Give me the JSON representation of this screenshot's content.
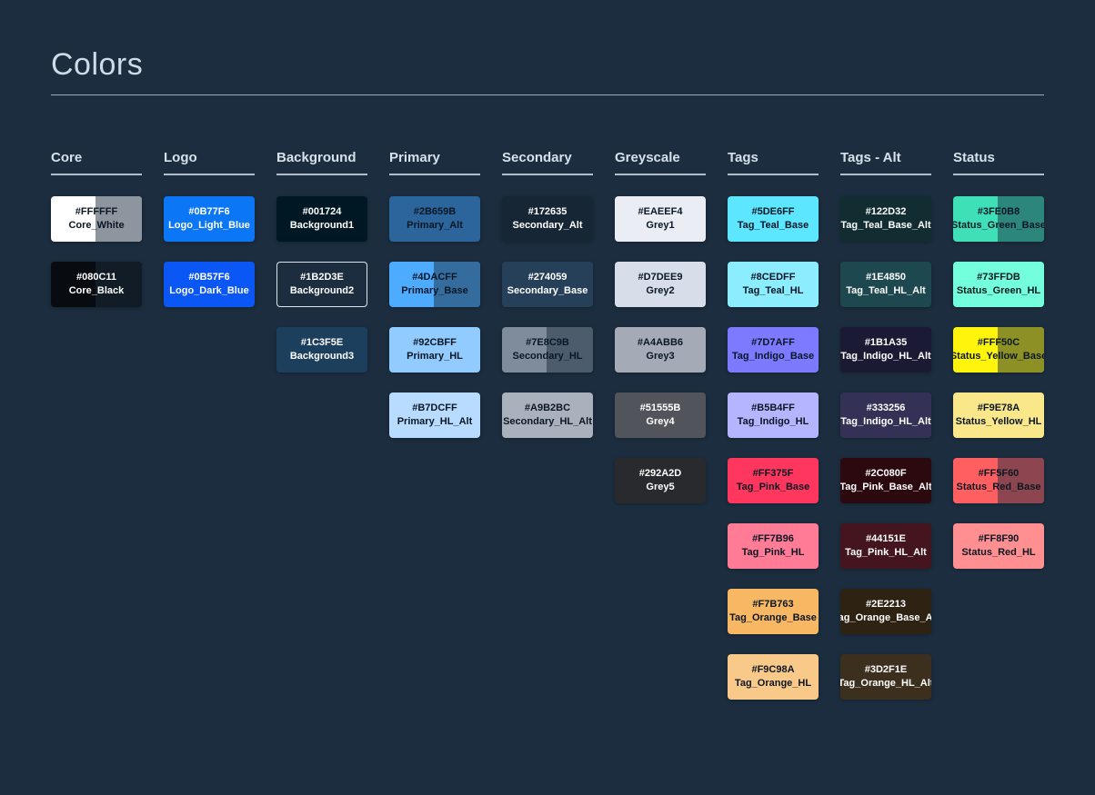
{
  "page": {
    "title": "Colors"
  },
  "theme": {
    "page_bg": "#1B2D3E",
    "heading_text": "#CFDBE7",
    "divider": "#C8D4DE",
    "swatch_dark_text": "#0B1724",
    "swatch_light_text": "#FFFFFF"
  },
  "palette": {
    "columns": [
      {
        "name": "Core",
        "swatches": [
          {
            "hex": "#FFFFFF",
            "label": "Core_White",
            "text": "dark",
            "split": true,
            "split_right": "#8D969E"
          },
          {
            "hex": "#080C11",
            "label": "Core_Black",
            "text": "light",
            "split": true,
            "split_right": "#111C27"
          }
        ]
      },
      {
        "name": "Logo",
        "swatches": [
          {
            "hex": "#0B77F6",
            "label": "Logo_Light_Blue",
            "text": "light"
          },
          {
            "hex": "#0B57F6",
            "label": "Logo_Dark_Blue",
            "text": "light"
          }
        ]
      },
      {
        "name": "Background",
        "swatches": [
          {
            "hex": "#001724",
            "label": "Background1",
            "text": "light"
          },
          {
            "hex": "#1B2D3E",
            "label": "Background2",
            "text": "light",
            "border": true
          },
          {
            "hex": "#1C3F5E",
            "label": "Background3",
            "text": "light"
          }
        ]
      },
      {
        "name": "Primary",
        "swatches": [
          {
            "hex": "#2B659B",
            "label": "Primary_Alt",
            "text": "dark"
          },
          {
            "hex": "#4DACFF",
            "label": "Primary_Base",
            "text": "dark",
            "split": true,
            "split_right": "#346C9E"
          },
          {
            "hex": "#92CBFF",
            "label": "Primary_HL",
            "text": "dark"
          },
          {
            "hex": "#B7DCFF",
            "label": "Primary_HL_Alt",
            "text": "dark"
          }
        ]
      },
      {
        "name": "Secondary",
        "swatches": [
          {
            "hex": "#172635",
            "label": "Secondary_Alt",
            "text": "light"
          },
          {
            "hex": "#274059",
            "label": "Secondary_Base",
            "text": "light"
          },
          {
            "hex": "#7E8C9B",
            "label": "Secondary_HL",
            "text": "dark",
            "split": true,
            "split_right": "#4C5C6C"
          },
          {
            "hex": "#A9B2BC",
            "label": "Secondary_HL_Alt",
            "text": "dark"
          }
        ]
      },
      {
        "name": "Greyscale",
        "swatches": [
          {
            "hex": "#EAEEF4",
            "label": "Grey1",
            "text": "dark"
          },
          {
            "hex": "#D7DEE9",
            "label": "Grey2",
            "text": "dark"
          },
          {
            "hex": "#A4ABB6",
            "label": "Grey3",
            "text": "dark"
          },
          {
            "hex": "#51555B",
            "label": "Grey4",
            "text": "light"
          },
          {
            "hex": "#292A2D",
            "label": "Grey5",
            "text": "light"
          }
        ]
      },
      {
        "name": "Tags",
        "swatches": [
          {
            "hex": "#5DE6FF",
            "label": "Tag_Teal_Base",
            "text": "dark"
          },
          {
            "hex": "#8CEDFF",
            "label": "Tag_Teal_HL",
            "text": "dark"
          },
          {
            "hex": "#7D7AFF",
            "label": "Tag_Indigo_Base",
            "text": "dark"
          },
          {
            "hex": "#B5B4FF",
            "label": "Tag_Indigo_HL",
            "text": "dark"
          },
          {
            "hex": "#FF375F",
            "label": "Tag_Pink_Base",
            "text": "dark"
          },
          {
            "hex": "#FF7B96",
            "label": "Tag_Pink_HL",
            "text": "dark"
          },
          {
            "hex": "#F7B763",
            "label": "Tag_Orange_Base",
            "text": "dark"
          },
          {
            "hex": "#F9C98A",
            "label": "Tag_Orange_HL",
            "text": "dark"
          }
        ]
      },
      {
        "name": "Tags - Alt",
        "swatches": [
          {
            "hex": "#122D32",
            "label": "Tag_Teal_Base_Alt",
            "text": "light"
          },
          {
            "hex": "#1E4850",
            "label": "Tag_Teal_HL_Alt",
            "text": "light"
          },
          {
            "hex": "#1B1A35",
            "label": "Tag_Indigo_HL_Alt",
            "text": "light"
          },
          {
            "hex": "#333256",
            "label": "Tag_Indigo_HL_Alt",
            "text": "light"
          },
          {
            "hex": "#2C080F",
            "label": "Tag_Pink_Base_Alt",
            "text": "light"
          },
          {
            "hex": "#44151E",
            "label": "Tag_Pink_HL_Alt",
            "text": "light"
          },
          {
            "hex": "#2E2213",
            "label": "Tag_Orange_Base_Alt",
            "text": "light"
          },
          {
            "hex": "#3D2F1E",
            "label": "Tag_Orange_HL_Alt",
            "text": "light"
          }
        ]
      },
      {
        "name": "Status",
        "swatches": [
          {
            "hex": "#3FE0B8",
            "label": "Status_Green_Base",
            "text": "dark",
            "split": true,
            "split_right": "#2D867B"
          },
          {
            "hex": "#73FFDB",
            "label": "Status_Green_HL",
            "text": "dark"
          },
          {
            "hex": "#FFF50C",
            "label": "Status_Yellow_Base",
            "text": "dark",
            "split": true,
            "split_right": "#8D9125"
          },
          {
            "hex": "#F9E78A",
            "label": "Status_Yellow_HL",
            "text": "dark"
          },
          {
            "hex": "#FF5F60",
            "label": "Status_Red_Base",
            "text": "dark",
            "split": true,
            "split_right": "#8D464F"
          },
          {
            "hex": "#FF8F90",
            "label": "Status_Red_HL",
            "text": "dark"
          }
        ]
      }
    ]
  }
}
